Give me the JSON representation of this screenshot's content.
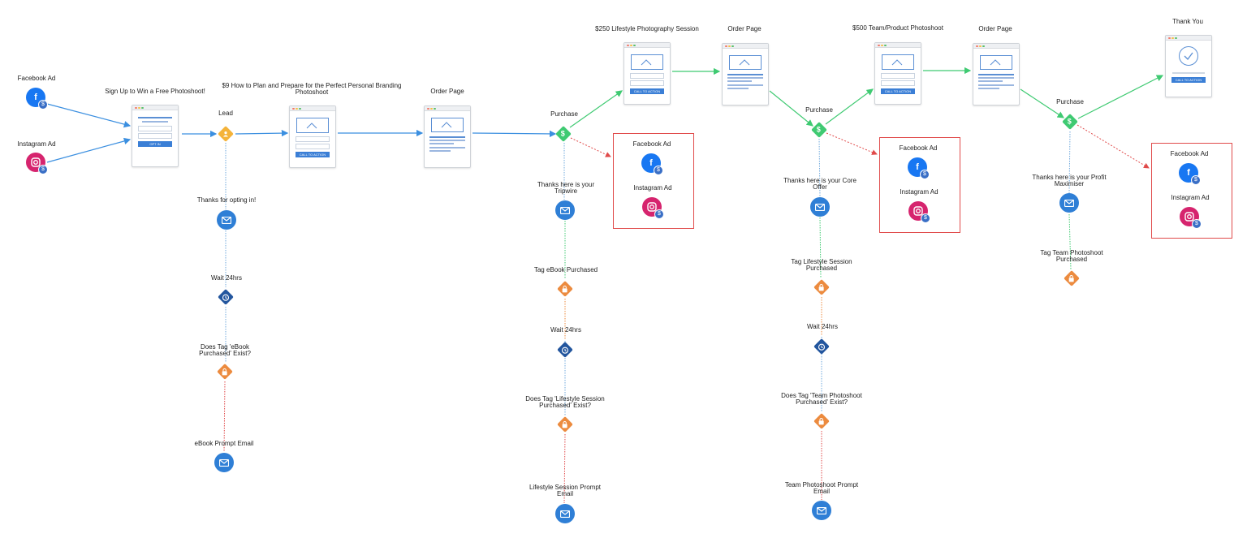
{
  "nodes": {
    "fb_ad_1": "Facebook Ad",
    "ig_ad_1": "Instagram Ad",
    "signup_page": "Sign Up to Win a Free Photoshoot!",
    "lead": "Lead",
    "plan_page": "$9 How to Plan and Prepare for the Perfect Personal Branding Photoshoot",
    "order_page_1": "Order Page",
    "thanks_opting": "Thanks for opting in!",
    "wait_1": "Wait 24hrs",
    "does_tag_1": "Does Tag 'eBook Purchased' Exist?",
    "ebook_prompt": "eBook Prompt Email",
    "purchase_1": "Purchase",
    "lifestyle_page": "$250 Lifestyle Photography Session",
    "order_page_2": "Order Page",
    "rb1_fb": "Facebook Ad",
    "rb1_ig": "Instagram Ad",
    "thanks_tripwire": "Thanks here is your Tripwire",
    "tag_ebook": "Tag eBook Purchased",
    "wait_2": "Wait 24hrs",
    "does_tag_2": "Does Tag 'Lifestyle Session Purchased' Exist?",
    "lifestyle_prompt": "Lifestyle Session Prompt Email",
    "purchase_2": "Purchase",
    "team_page": "$500 Team/Product Photoshoot",
    "order_page_3": "Order Page",
    "rb2_fb": "Facebook Ad",
    "rb2_ig": "Instagram Ad",
    "thanks_core": "Thanks here is your Core Offer",
    "tag_lifestyle": "Tag Lifestyle Session Purchased",
    "wait_3": "Wait 24hrs",
    "does_tag_3": "Does Tag 'Team Photoshoot Purchased' Exist?",
    "team_prompt": "Team Photoshoot Prompt Email",
    "purchase_3": "Purchase",
    "thank_you_page": "Thank You",
    "rb3_fb": "Facebook Ad",
    "rb3_ig": "Instagram Ad",
    "thanks_profit": "Thanks here is your Profit Maximiser",
    "tag_team": "Tag Team Photoshoot Purchased"
  },
  "page_buttons": {
    "opt_in": "OPT IN",
    "cta": "CALL TO ACTION"
  },
  "icons": {
    "facebook": "facebook-icon",
    "instagram": "instagram-icon",
    "email": "email-icon",
    "clock": "clock-icon",
    "tag": "tag-icon",
    "lead": "lead-icon",
    "purchase": "dollar-icon",
    "badge": "dollar-badge-icon"
  },
  "colors": {
    "ad_link": "#3b8fe0",
    "purchase_link": "#3fca72",
    "declined_link": "#e04a4a",
    "email_flow": "#7fb6e8",
    "facebook": "#1877f2",
    "instagram": "#d6246e",
    "email": "#2f7fd6",
    "tag": "#ec8b3f",
    "lead": "#f4b33a",
    "purchase": "#3fca72"
  }
}
